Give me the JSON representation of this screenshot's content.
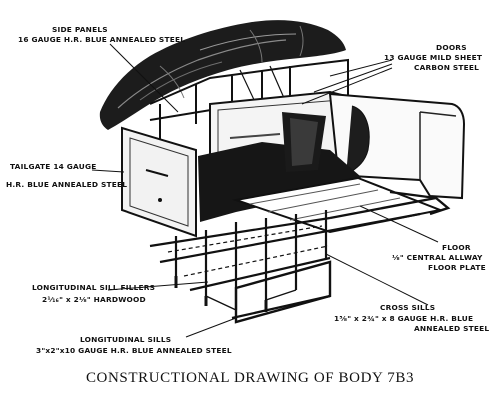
{
  "labels": {
    "side_panels": {
      "title": "SIDE PANELS",
      "spec": "16 GAUGE H.R. BLUE ANNEALED STEEL"
    },
    "doors": {
      "title": "DOORS",
      "spec1": "13 GAUGE MILD SHEET",
      "spec2": "CARBON STEEL"
    },
    "tailgate": {
      "line1": "TAILGATE  14 GAUGE",
      "line2": "H.R. BLUE ANNEALED STEEL"
    },
    "floor": {
      "title": "FLOOR",
      "spec1": "⅛\" CENTRAL ALLWAY",
      "spec2": "FLOOR PLATE"
    },
    "long_sill_fillers": {
      "title": "LONGITUDINAL SILL FILLERS",
      "spec": "2¹⁄₁₆\" x 2⅛\" HARDWOOD"
    },
    "cross_sills": {
      "title": "CROSS SILLS",
      "spec1": "1⅝\" x 2¾\" x 8 GAUGE H.R. BLUE",
      "spec2": "ANNEALED STEEL"
    },
    "long_sills": {
      "title": "LONGITUDINAL SILLS",
      "spec": "3\"x2\"x10 GAUGE H.R. BLUE ANNEALED STEEL"
    }
  },
  "caption": "CONSTRUCTIONAL DRAWING OF BODY 7B3"
}
